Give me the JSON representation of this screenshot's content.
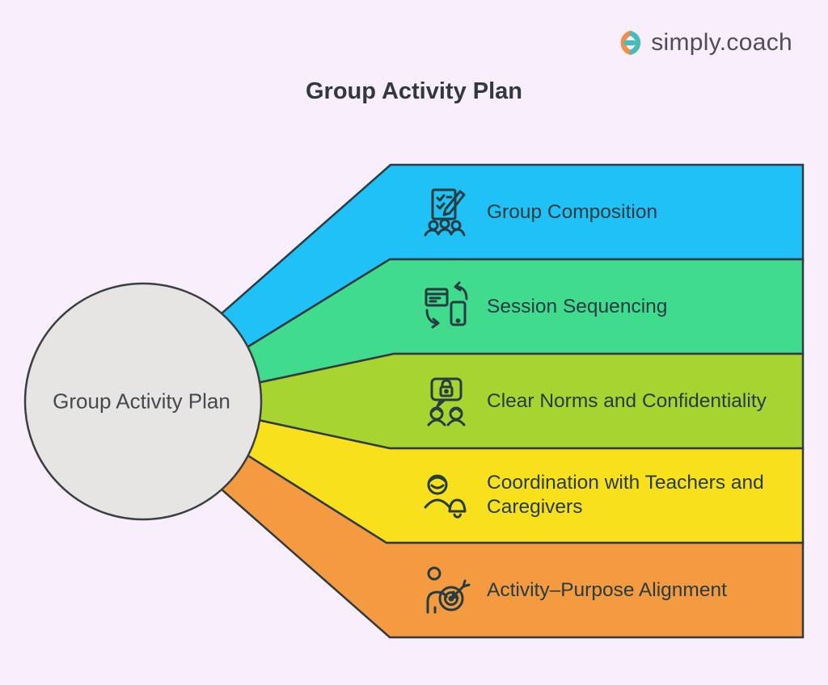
{
  "colors": {
    "background": "#f9eefc",
    "band_outline": "#303a42",
    "hub_fill": "#e6e5e4",
    "hub_border": "#3a3f42",
    "label_text": "#273c41",
    "title_text": "#32383d",
    "logo_orange": "#ef8f4e",
    "logo_teal": "#48bcb8"
  },
  "logo": {
    "text": "simply.coach"
  },
  "title": "Group Activity Plan",
  "hub": {
    "label": "Group Activity Plan"
  },
  "items": [
    {
      "label": "Group Composition",
      "color": "#1fc1f7",
      "icon": "checklist-people-icon"
    },
    {
      "label": "Session Sequencing",
      "color": "#40db8d",
      "icon": "device-sync-icon"
    },
    {
      "label": "Clear Norms and Confidentiality",
      "color": "#a7d431",
      "icon": "lock-chat-people-icon"
    },
    {
      "label": "Coordination with Teachers and Caregivers",
      "color": "#f9e01d",
      "icon": "person-bell-icon"
    },
    {
      "label": "Activity–Purpose Alignment",
      "color": "#f49a40",
      "icon": "person-target-icon"
    }
  ]
}
